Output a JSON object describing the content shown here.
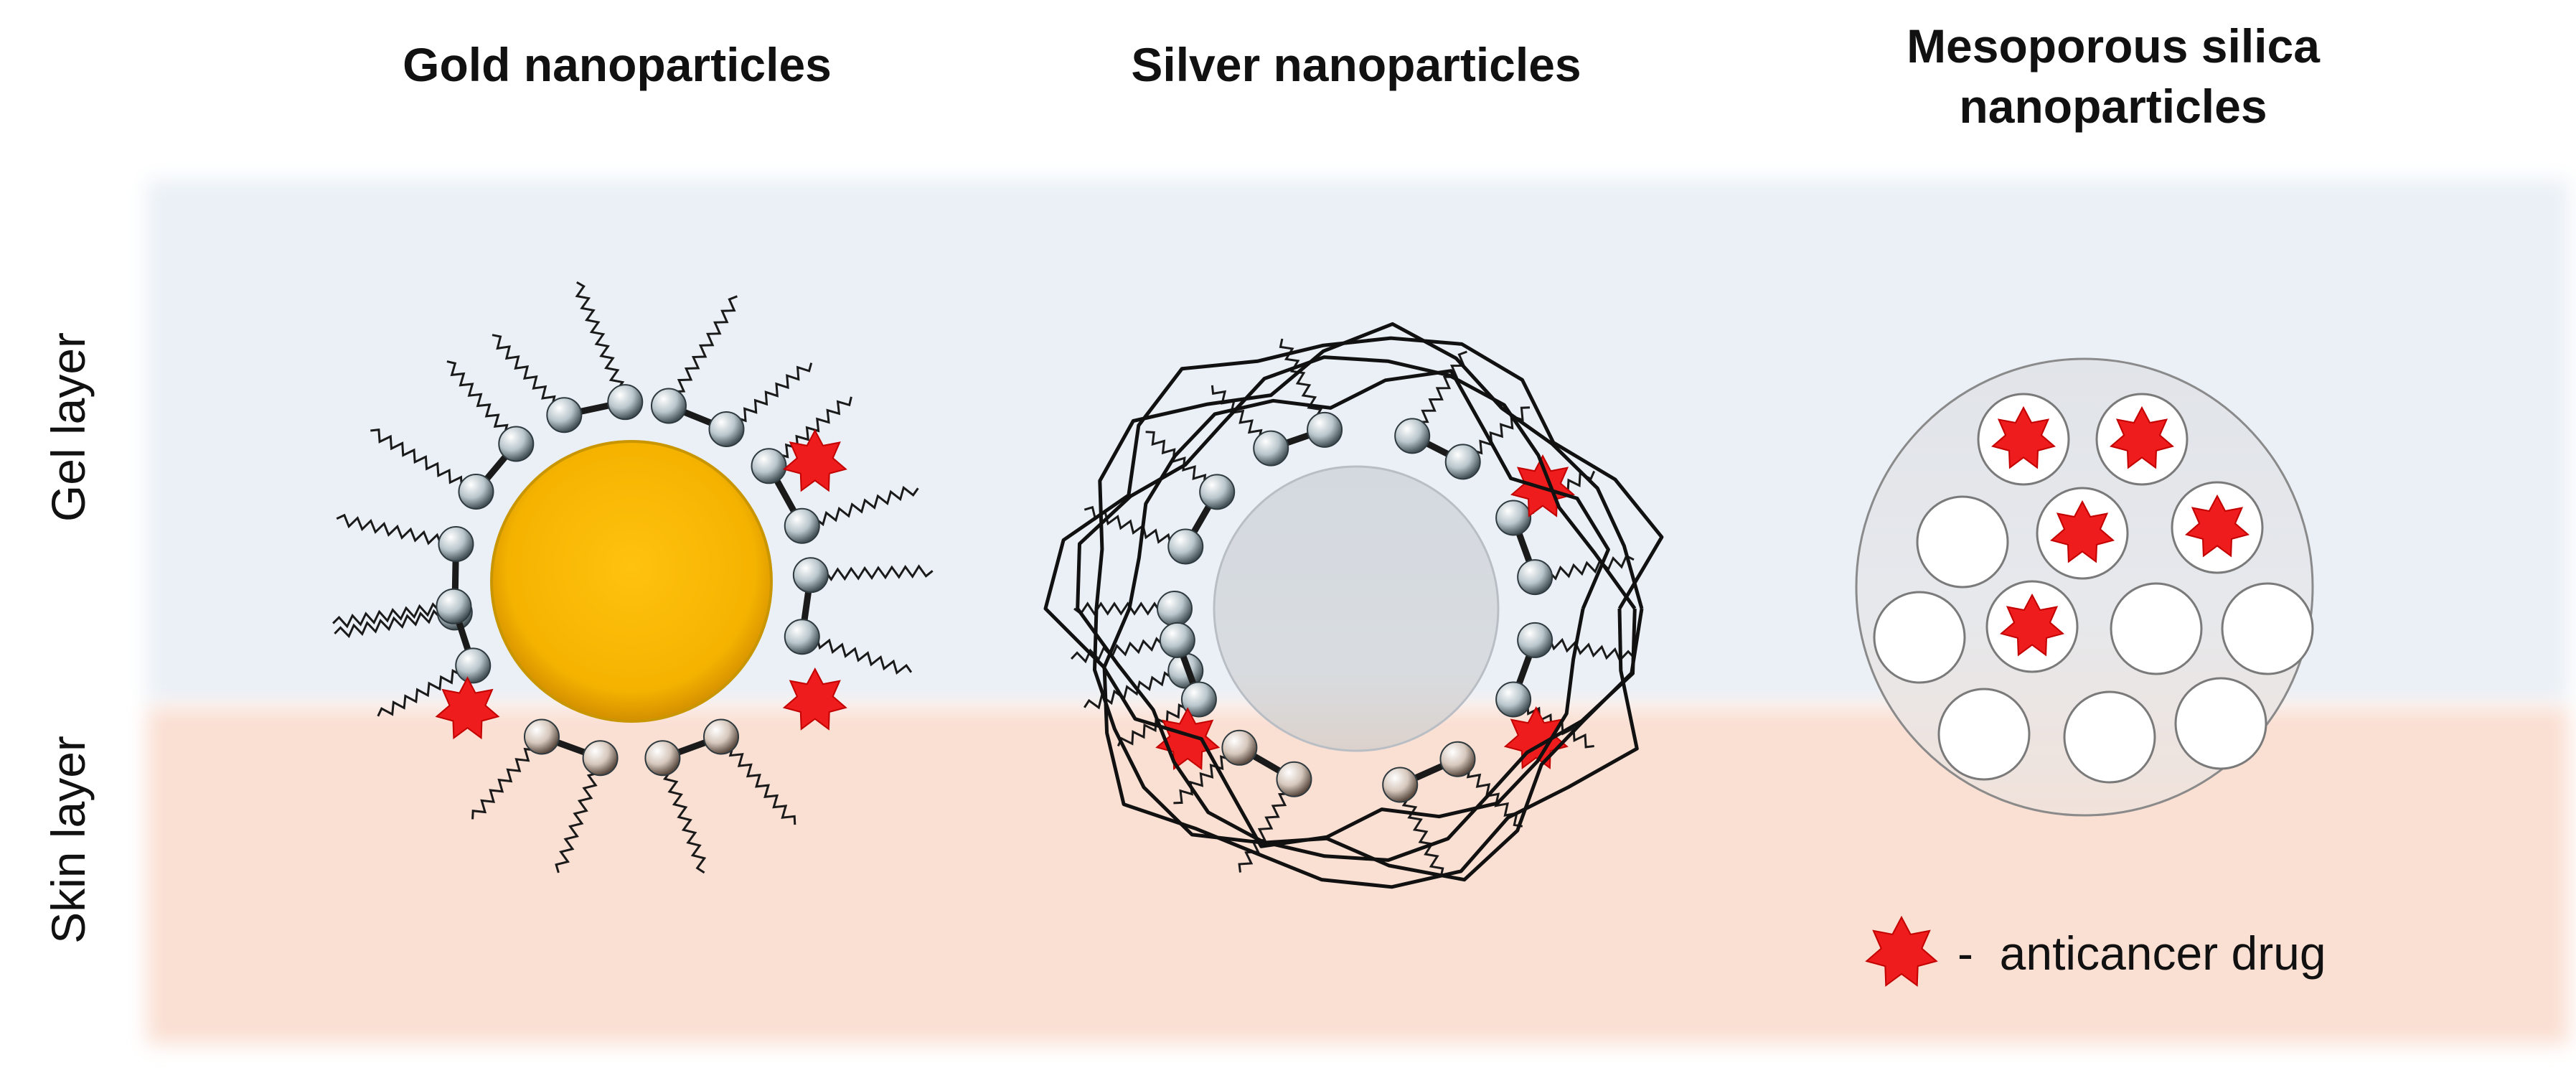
{
  "titles": {
    "gold": "Gold nanoparticles",
    "silver": "Silver nanoparticles",
    "silica_line1": "Mesoporous silica",
    "silica_line2": "nanoparticles"
  },
  "layers": {
    "gel": "Gel layer",
    "skin": "Skin layer"
  },
  "legend": {
    "icon": "red-star-icon",
    "text": "-  anticancer drug"
  },
  "colors": {
    "gel_layer": "#eaf0f6",
    "skin_layer": "#fadfd3",
    "gold_core": "#f7b500",
    "silver_core": "#d9dde3",
    "silica_shell": "#e3e5ea",
    "drug": "#ee1c1c",
    "ligand_ball": "#c9d4da"
  }
}
